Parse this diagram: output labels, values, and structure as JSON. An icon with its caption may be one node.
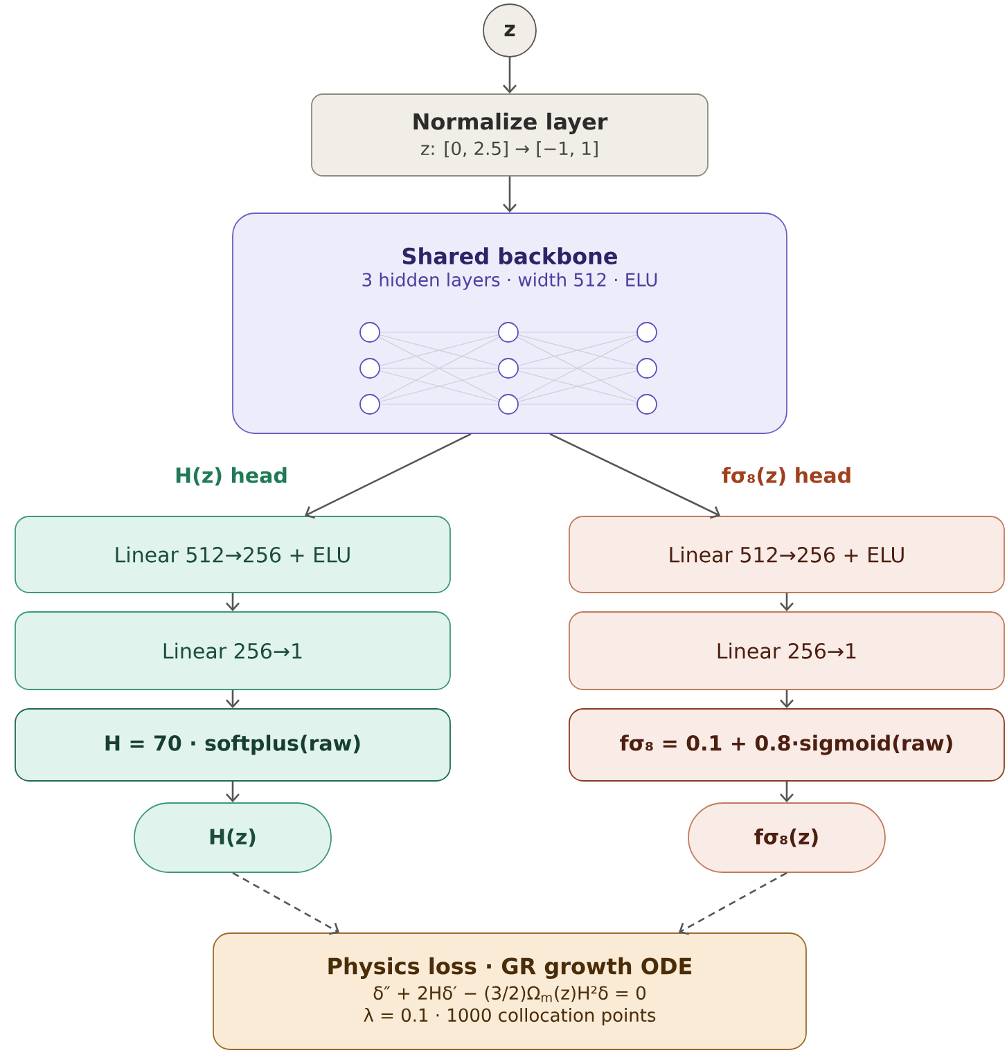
{
  "diagram": {
    "nodes": [
      {
        "text": [
          "z"
        ]
      },
      {
        "text": [
          "Normalize layer",
          "z: [0, 2.5] → [−1, 1]"
        ]
      },
      {
        "text": [
          "Shared backbone",
          "3 hidden layers · width 512 · ELU"
        ]
      },
      {
        "text": [
          "Linear 512→256 + ELU"
        ]
      },
      {
        "text": [
          "Linear 256→1"
        ]
      },
      {
        "text": [
          "H = 70 · softplus(raw)"
        ]
      },
      {
        "text": [
          "H(z)"
        ]
      },
      {
        "text": [
          "Linear 512→256 + ELU"
        ]
      },
      {
        "text": [
          "Linear 256→1"
        ]
      },
      {
        "text": [
          "fσ₈ = 0.1 + 0.8·sigmoid(raw)"
        ]
      },
      {
        "text": [
          "fσ₈(z)"
        ]
      },
      {
        "text": [
          "Physics loss · GR growth ODE",
          "δ″ + 2Hδ′ − (3/2)Ω$_{m}$(z)H²δ = 0",
          "λ = 0.1 · 1000 collocation points"
        ]
      }
    ],
    "edges": [
      {
        "from": 0,
        "to": 1,
        "arrow": "to"
      },
      {
        "from": 1,
        "to": 2,
        "arrow": "to"
      },
      {
        "from": 2,
        "to": 3,
        "arrow": "to"
      },
      {
        "from": 2,
        "to": 7,
        "arrow": "to"
      },
      {
        "from": 3,
        "to": 4,
        "arrow": "to"
      },
      {
        "from": 4,
        "to": 5,
        "arrow": "to"
      },
      {
        "from": 5,
        "to": 6,
        "arrow": "to"
      },
      {
        "from": 7,
        "to": 8,
        "arrow": "to"
      },
      {
        "from": 8,
        "to": 9,
        "arrow": "to"
      },
      {
        "from": 9,
        "to": 10,
        "arrow": "to"
      },
      {
        "from": 6,
        "to": 11,
        "arrow": "to",
        "style": "dashed"
      },
      {
        "from": 10,
        "to": 11,
        "arrow": "to",
        "style": "dashed"
      }
    ],
    "labels": [
      "H(z) head",
      "fσ₈(z) head"
    ]
  }
}
